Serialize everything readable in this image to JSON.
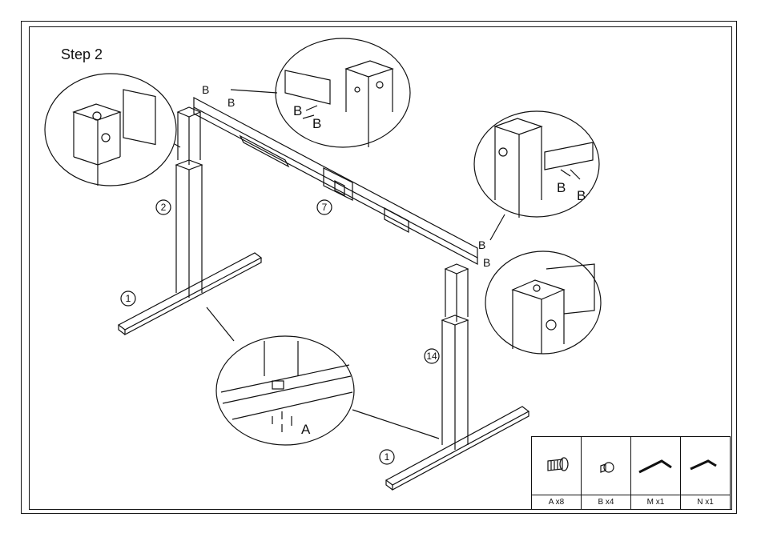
{
  "title": "Step 2",
  "part_numbers": {
    "leg_top_left": "2",
    "foot_left": "1",
    "crossbar": "7",
    "leg_right": "14",
    "foot_right": "1"
  },
  "callout_letters": {
    "top_b1": "B",
    "top_b2": "B",
    "zoom_top_b1": "B",
    "zoom_top_b2": "B",
    "right_b1": "B",
    "right_b2": "B",
    "zoom_right_b1": "B",
    "zoom_right_b2": "B",
    "zoom_bottom_a": "A"
  },
  "hardware": [
    {
      "label": "A x8",
      "icon": "bolt-icon"
    },
    {
      "label": "B x4",
      "icon": "screw-icon"
    },
    {
      "label": "M x1",
      "icon": "allen-key-icon"
    },
    {
      "label": "N x1",
      "icon": "allen-key-icon"
    }
  ]
}
